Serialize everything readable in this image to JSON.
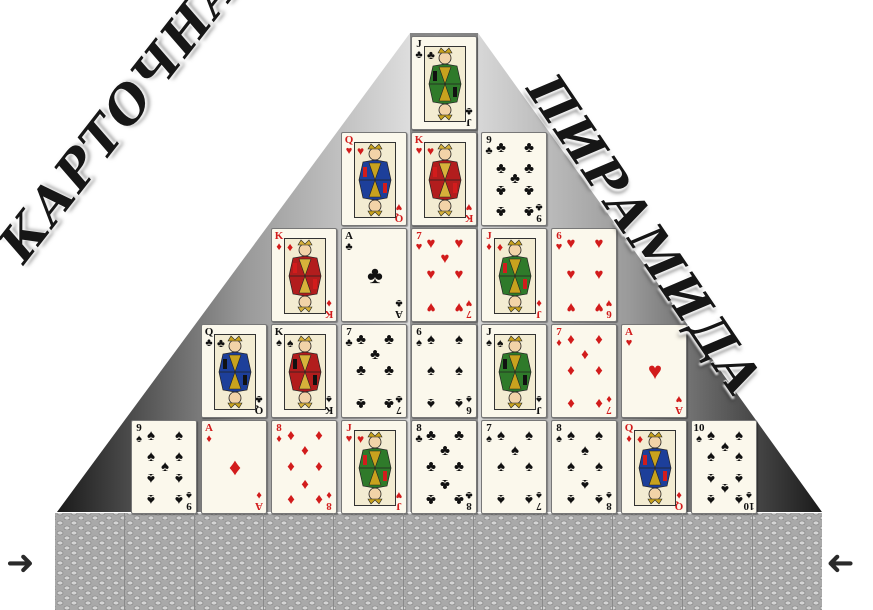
{
  "title": {
    "left_word": "КАРТОЧНАЯ",
    "right_word": "ПИРАМИДА"
  },
  "colors": {
    "red_suit": "#d21c1c",
    "black_suit": "#111111",
    "card_face": "#fbf8ec"
  },
  "rows": [
    [
      {
        "rank": "J",
        "suit": "♣"
      }
    ],
    [
      {
        "rank": "Q",
        "suit": "♥"
      },
      {
        "rank": "K",
        "suit": "♥"
      },
      {
        "rank": "9",
        "suit": "♣"
      }
    ],
    [
      {
        "rank": "K",
        "suit": "♦"
      },
      {
        "rank": "A",
        "suit": "♣"
      },
      {
        "rank": "7",
        "suit": "♥"
      },
      {
        "rank": "J",
        "suit": "♦"
      },
      {
        "rank": "6",
        "suit": "♥"
      }
    ],
    [
      {
        "rank": "Q",
        "suit": "♣"
      },
      {
        "rank": "K",
        "suit": "♠"
      },
      {
        "rank": "7",
        "suit": "♣"
      },
      {
        "rank": "6",
        "suit": "♠"
      },
      {
        "rank": "J",
        "suit": "♠"
      },
      {
        "rank": "7",
        "suit": "♦"
      },
      {
        "rank": "A",
        "suit": "♥"
      }
    ],
    [
      {
        "rank": "9",
        "suit": "♠"
      },
      {
        "rank": "A",
        "suit": "♦"
      },
      {
        "rank": "8",
        "suit": "♦"
      },
      {
        "rank": "J",
        "suit": "♥"
      },
      {
        "rank": "8",
        "suit": "♣"
      },
      {
        "rank": "7",
        "suit": "♠"
      },
      {
        "rank": "8",
        "suit": "♠"
      },
      {
        "rank": "Q",
        "suit": "♦"
      },
      {
        "rank": "10",
        "suit": "♠"
      }
    ]
  ],
  "deck": {
    "cells": 11,
    "left_arrow_icon": "arrow-right-icon",
    "right_arrow_icon": "arrow-left-icon"
  }
}
